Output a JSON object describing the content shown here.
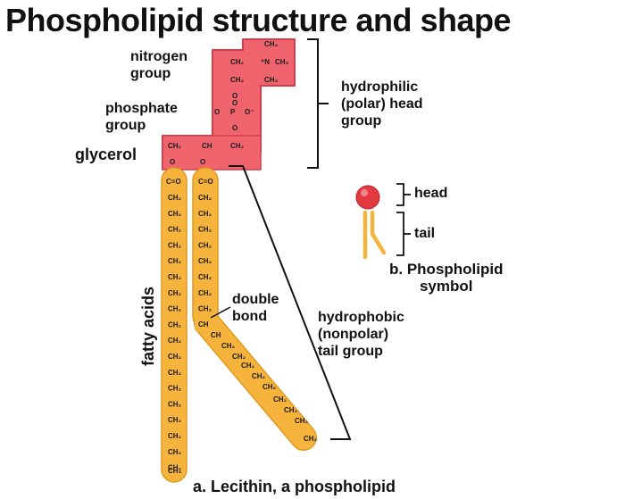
{
  "title": "Phospholipid structure and shape",
  "colors": {
    "head": "#f0646e",
    "head_stroke": "#d23c48",
    "tail": "#f6b43c",
    "tail_stroke": "#e09a20"
  },
  "labels": {
    "nitrogen": [
      "nitrogen",
      "group"
    ],
    "phosphate": [
      "phosphate",
      "group"
    ],
    "glycerol": "glycerol",
    "fatty_acids": "fatty acids",
    "double_bond": [
      "double",
      "bond"
    ],
    "hydrophilic": [
      "hydrophilic",
      "(polar) head",
      "group"
    ],
    "hydrophobic": [
      "hydrophobic",
      "(nonpolar)",
      "tail group"
    ],
    "caption_a": "a. Lecithin, a phospholipid",
    "head": "head",
    "tail": "tail",
    "caption_b": [
      "b. Phospholipid",
      "symbol"
    ]
  },
  "molecule": {
    "ch3": "CH₃",
    "n_plus": "⁺N",
    "ch2": "CH₂",
    "ch": "CH",
    "o": "O",
    "o_minus": "O⁻",
    "p": "P",
    "c_eq_o": "C=O"
  }
}
